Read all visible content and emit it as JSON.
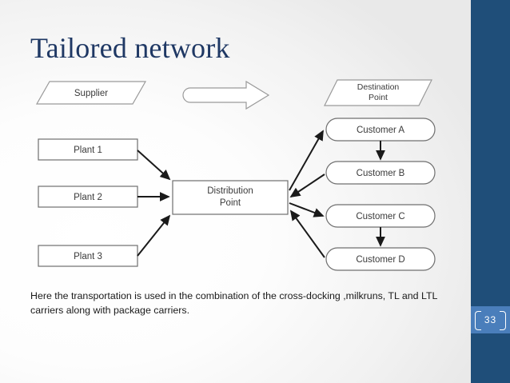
{
  "slide": {
    "title": "Tailored network",
    "page_number": "33",
    "caption": "Here the transportation is used in the combination of the cross-docking ,milkruns, TL and LTL carriers along with package carriers.",
    "colors": {
      "title": "#1F3864",
      "sidebar": "#1F4E79",
      "page_badge": "#4A7EBB",
      "background": "#f2f2f2"
    }
  },
  "diagram": {
    "type": "flow-network",
    "legend": {
      "supplier_label": "Supplier",
      "destination_label": "Destination Point",
      "flow_arrow": "right-arrow-shape"
    },
    "sources": [
      {
        "label": "Plant 1"
      },
      {
        "label": "Plant 2"
      },
      {
        "label": "Plant 3"
      }
    ],
    "hub": {
      "label": "Distribution Point"
    },
    "destinations": [
      {
        "label": "Customer A"
      },
      {
        "label": "Customer B"
      },
      {
        "label": "Customer C"
      },
      {
        "label": "Customer D"
      }
    ]
  }
}
